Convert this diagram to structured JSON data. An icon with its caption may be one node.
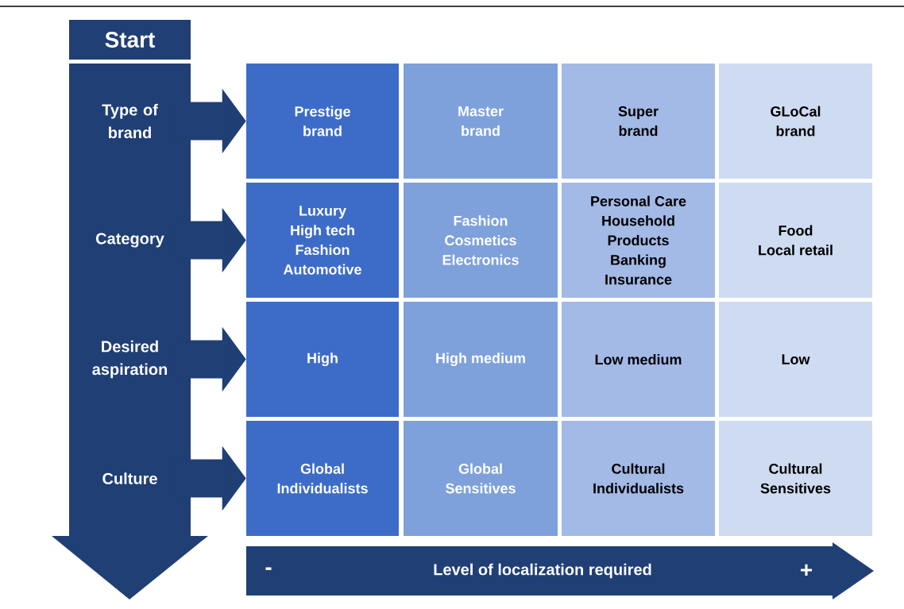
{
  "diagram": {
    "nodes": [
      {
        "text": [
          "Start"
        ]
      },
      {
        "text": [
          "Type of brand"
        ]
      },
      {
        "text": [
          "Prestige brand"
        ]
      },
      {
        "text": [
          "Master brand"
        ]
      },
      {
        "text": [
          "Super brand"
        ]
      },
      {
        "text": [
          "GLoCal brand"
        ]
      },
      {
        "text": [
          "Category"
        ]
      },
      {
        "text": [
          "Luxury",
          "High tech",
          "Fashion",
          "Automotive"
        ]
      },
      {
        "text": [
          "Fashion",
          "Cosmetics",
          "Electronics"
        ]
      },
      {
        "text": [
          "Personal Care",
          "Household Products",
          "Banking",
          "Insurance"
        ]
      },
      {
        "text": [
          "Food",
          "Local retail"
        ]
      },
      {
        "text": [
          "Desired aspiration"
        ]
      },
      {
        "text": [
          "High"
        ]
      },
      {
        "text": [
          "High medium"
        ]
      },
      {
        "text": [
          "Low medium"
        ]
      },
      {
        "text": [
          "Low"
        ]
      },
      {
        "text": [
          "Culture"
        ]
      },
      {
        "text": [
          "Global Individualists"
        ]
      },
      {
        "text": [
          "Global Sensitives"
        ]
      },
      {
        "text": [
          "Cultural Individualists"
        ]
      },
      {
        "text": [
          "Cultural Sensitives"
        ]
      },
      {
        "text": [
          "-",
          "Level of localization required",
          "+"
        ]
      }
    ],
    "edges": [
      {
        "from": 1,
        "to": 2,
        "arrow": "to"
      },
      {
        "from": 6,
        "to": 7,
        "arrow": "to"
      },
      {
        "from": 11,
        "to": 12,
        "arrow": "to"
      },
      {
        "from": 16,
        "to": 17,
        "arrow": "to"
      }
    ]
  }
}
